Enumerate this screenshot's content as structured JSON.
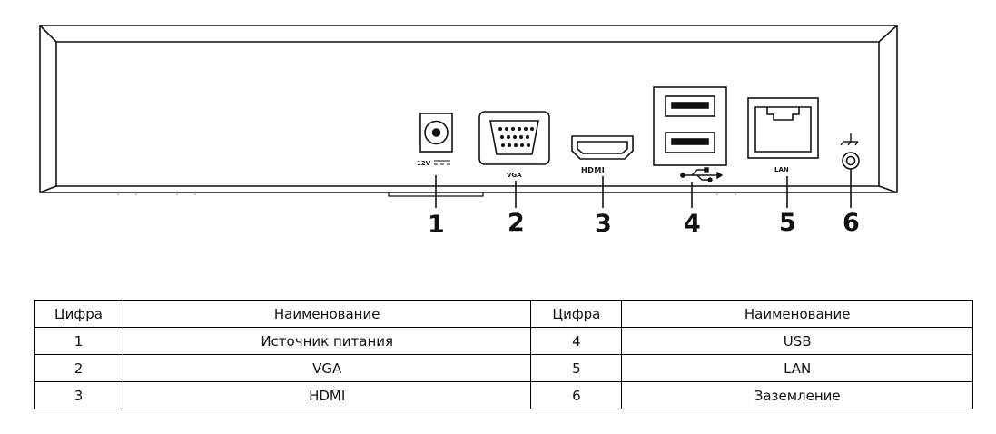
{
  "panel": {
    "ports": {
      "power": {
        "label": "12V",
        "icon": "dc-power-icon"
      },
      "vga": {
        "label": "VGA",
        "icon": "vga-port-icon"
      },
      "hdmi": {
        "label": "HDMI",
        "icon": "hdmi-port-icon"
      },
      "usb": {
        "icon": "usb-icon"
      },
      "lan": {
        "label": "LAN",
        "icon": "rj45-port-icon"
      },
      "ground": {
        "icon": "ground-icon"
      }
    },
    "callouts": [
      "1",
      "2",
      "3",
      "4",
      "5",
      "6"
    ]
  },
  "table": {
    "headers": [
      "Цифра",
      "Наименование",
      "Цифра",
      "Наименование"
    ],
    "rows": [
      [
        "1",
        "Источник питания",
        "4",
        "USB"
      ],
      [
        "2",
        "VGA",
        "5",
        "LAN"
      ],
      [
        "3",
        "HDMI",
        "6",
        "Заземление"
      ]
    ]
  }
}
